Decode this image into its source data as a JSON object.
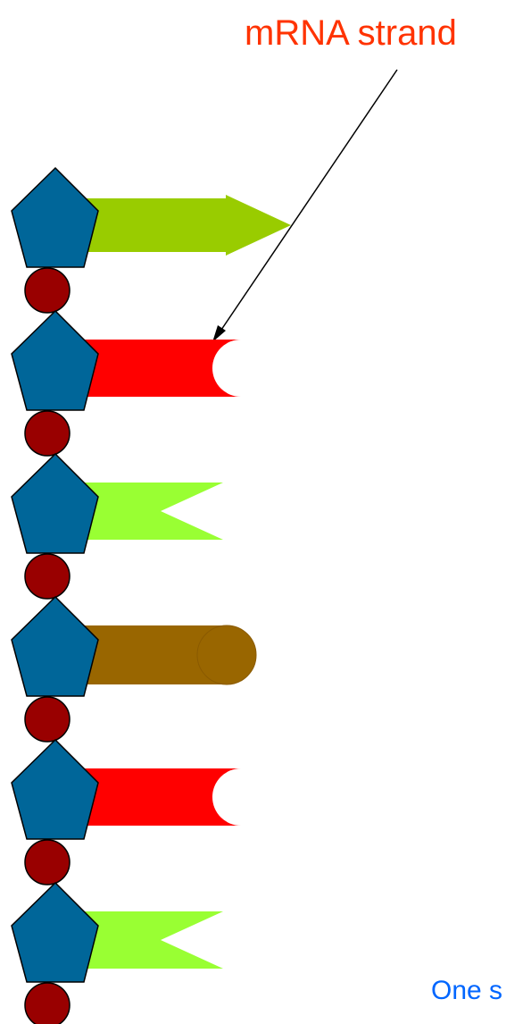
{
  "labels": {
    "title": "mRNA strand",
    "caption": "One s"
  },
  "colors": {
    "title_text": "#FF3300",
    "caption_text": "#0066FF",
    "sugar": "#006699",
    "phosphate": "#990000",
    "base_green": "#99CC00",
    "base_red": "#FF0000",
    "base_lime": "#99FF33",
    "base_brown": "#996600"
  },
  "nucleotides": [
    {
      "base_shape": "arrow",
      "base_color": "#99CC00"
    },
    {
      "base_shape": "concave",
      "base_color": "#FF0000"
    },
    {
      "base_shape": "notch",
      "base_color": "#99FF33"
    },
    {
      "base_shape": "round",
      "base_color": "#996600"
    },
    {
      "base_shape": "concave",
      "base_color": "#FF0000"
    },
    {
      "base_shape": "notch",
      "base_color": "#99FF33"
    }
  ]
}
